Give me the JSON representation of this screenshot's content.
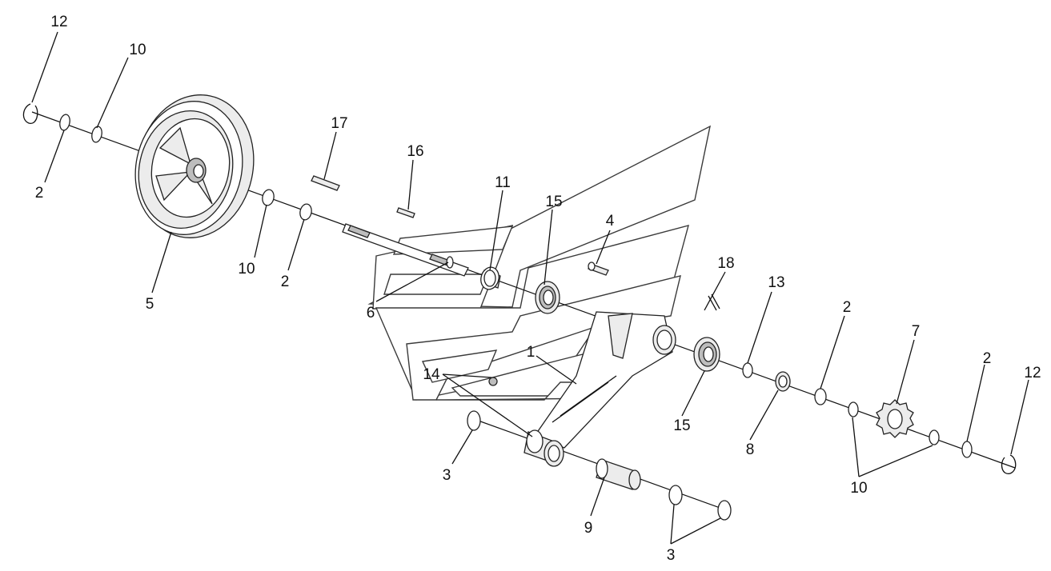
{
  "callouts": [
    {
      "id": "c-12a",
      "text": "12"
    },
    {
      "id": "c-10a",
      "text": "10"
    },
    {
      "id": "c-2a",
      "text": "2"
    },
    {
      "id": "c-17",
      "text": "17"
    },
    {
      "id": "c-16",
      "text": "16"
    },
    {
      "id": "c-11",
      "text": "11"
    },
    {
      "id": "c-15a",
      "text": "15"
    },
    {
      "id": "c-4",
      "text": "4"
    },
    {
      "id": "c-10b",
      "text": "10"
    },
    {
      "id": "c-2b",
      "text": "2"
    },
    {
      "id": "c-5",
      "text": "5"
    },
    {
      "id": "c-6",
      "text": "6"
    },
    {
      "id": "c-18",
      "text": "18"
    },
    {
      "id": "c-13",
      "text": "13"
    },
    {
      "id": "c-2c",
      "text": "2"
    },
    {
      "id": "c-7",
      "text": "7"
    },
    {
      "id": "c-2d",
      "text": "2"
    },
    {
      "id": "c-12b",
      "text": "12"
    },
    {
      "id": "c-1",
      "text": "1"
    },
    {
      "id": "c-14",
      "text": "14"
    },
    {
      "id": "c-15b",
      "text": "15"
    },
    {
      "id": "c-8",
      "text": "8"
    },
    {
      "id": "c-3a",
      "text": "3"
    },
    {
      "id": "c-9",
      "text": "9"
    },
    {
      "id": "c-10c",
      "text": "10"
    },
    {
      "id": "c-3b",
      "text": "3"
    }
  ]
}
